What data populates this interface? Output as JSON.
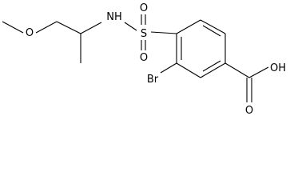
{
  "molecule": {
    "atoms": {
      "methoxy_o": "O",
      "amine_nh": "NH",
      "sulfonyl_s": "S",
      "sulfonyl_o_top": "O",
      "sulfonyl_o_bottom": "O",
      "bromo": "Br",
      "carboxyl_oh": "OH",
      "carbonyl_o": "O"
    },
    "colors": {
      "ink": "#000000",
      "background": "#ffffff"
    }
  }
}
